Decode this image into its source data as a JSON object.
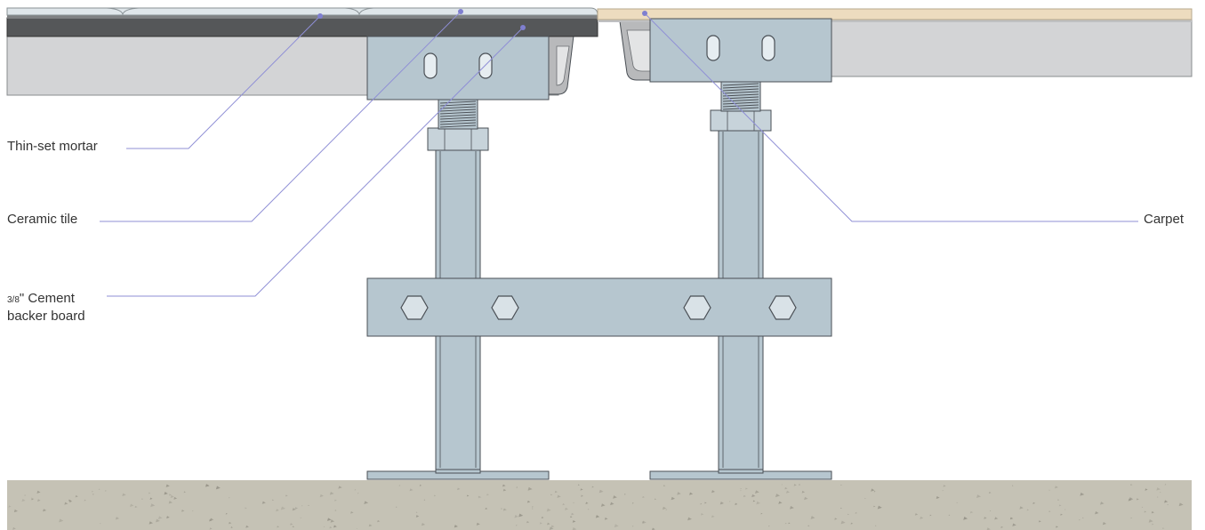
{
  "labels": {
    "thinset": "Thin-set mortar",
    "ceramic": "Ceramic tile",
    "backer_fraction": "3/8",
    "backer_line1_rest": "\" Cement",
    "backer_line2": "backer board",
    "carpet": "Carpet"
  },
  "colors": {
    "steel_fill": "#b6c6cf",
    "steel_stroke": "#4a4f55",
    "concrete": "#c5c2b5",
    "tile_dark": "#555759",
    "panel_gray": "#d3d4d6",
    "carpet": "#eddcbf",
    "leader": "#8f8fd6"
  }
}
